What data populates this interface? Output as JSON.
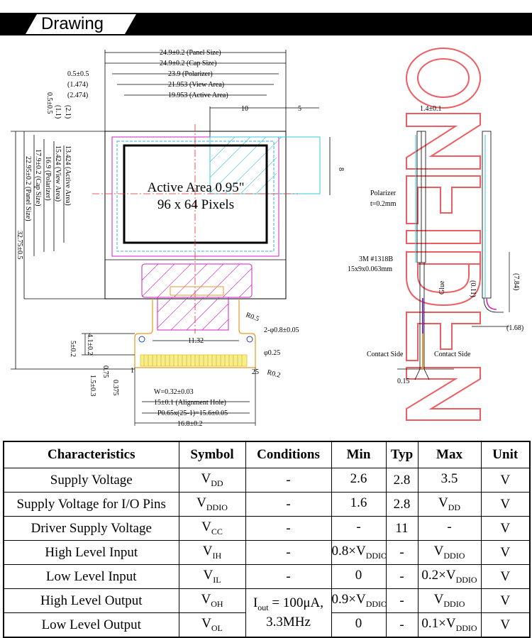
{
  "header": {
    "title": "Drawing"
  },
  "watermark": {
    "letters": [
      "O",
      "N",
      "E",
      "I",
      "D",
      "E",
      "N"
    ],
    "color": "#e8282e"
  },
  "drawing": {
    "dims_top": [
      "24.9±0.2 (Panel Size)",
      "24.9±0.2 (Cap Size)",
      "0.5±0.5",
      "23.9 (Polarizer)",
      "(1.474)",
      "21.953 (View Area)",
      "(2.474)",
      "19.953 (Active Area)"
    ],
    "dims_small": [
      "10",
      "5",
      "8",
      "1.4±0.1"
    ],
    "dims_left": [
      "0.5±0.5",
      "(2.1)",
      "(1.1)",
      "13.424 (Active Area)",
      "15.424 (View Area)",
      "16.9 (Polarizer)",
      "17.9±0.2 (Cap Size)",
      "22.95±0.2 (Panel Size)",
      "32.75±0.5"
    ],
    "active_area_line1": "Active Area 0.95\"",
    "active_area_line2": "96 x 64 Pixels",
    "dims_bottom": [
      "11.32",
      "R0.5",
      "2-φ0.8±0.05",
      "φ0.25",
      "R0.2",
      "4.1±0.2",
      "5±0.2",
      "1",
      "25",
      "0.75",
      "0.375",
      "1.5±0.3",
      "W=0.32±0.03",
      "15±0.1 (Alignment Hole)",
      "P0.65x(25-1)=15.6±0.05",
      "16.8±0.2"
    ],
    "side": {
      "polarizer_line1": "Polarizer",
      "polarizer_line2": "t=0.2mm",
      "tape_line1": "3M #1318B",
      "tape_line2": "15x9x0.063mm",
      "glue": "Glue",
      "d1": "(0.11)",
      "d2": "(7.84)",
      "d3": "(1.68)",
      "contact_left": "Contact Side",
      "contact_right": "Contact Side",
      "d4": "0.15"
    }
  },
  "table": {
    "headers": [
      "Characteristics",
      "Symbol",
      "Conditions",
      "Min",
      "Typ",
      "Max",
      "Unit"
    ],
    "rows": [
      {
        "char": "Supply Voltage",
        "sym": "V",
        "sym_sub": "DD",
        "cond": "-",
        "min": "2.6",
        "min_sub": "",
        "typ": "2.8",
        "max": "3.5",
        "max_sub": "",
        "unit": "V"
      },
      {
        "char": "Supply Voltage for I/O Pins",
        "sym": "V",
        "sym_sub": "DDIO",
        "cond": "-",
        "min": "1.6",
        "min_sub": "",
        "typ": "2.8",
        "max": "V",
        "max_sub": "DD",
        "unit": "V"
      },
      {
        "char": "Driver Supply Voltage",
        "sym": "V",
        "sym_sub": "CC",
        "cond": "-",
        "min": "-",
        "min_sub": "",
        "typ": "11",
        "max": "-",
        "max_sub": "",
        "unit": "V"
      },
      {
        "char": "High Level Input",
        "sym": "V",
        "sym_sub": "IH",
        "cond": "-",
        "min": "0.8×V",
        "min_sub": "DDIO",
        "typ": "-",
        "max": "V",
        "max_sub": "DDIO",
        "unit": "V"
      },
      {
        "char": "Low Level Input",
        "sym": "V",
        "sym_sub": "IL",
        "cond": "-",
        "min": "0",
        "min_sub": "",
        "typ": "-",
        "max": "0.2×V",
        "max_sub": "DDIO",
        "unit": "V"
      },
      {
        "char": "High Level Output",
        "sym": "V",
        "sym_sub": "OH",
        "cond": "",
        "min": "0.9×V",
        "min_sub": "DDIO",
        "typ": "-",
        "max": "V",
        "max_sub": "DDIO",
        "unit": "V"
      },
      {
        "char": "Low Level Output",
        "sym": "V",
        "sym_sub": "OL",
        "cond": "",
        "min": "0",
        "min_sub": "",
        "typ": "-",
        "max": "0.1×V",
        "max_sub": "DDIO",
        "unit": "V"
      }
    ],
    "merged_condition": {
      "prefix": "I",
      "sub": "out",
      "suffix": " = 100μA,",
      "line2": "3.3MHz"
    }
  }
}
